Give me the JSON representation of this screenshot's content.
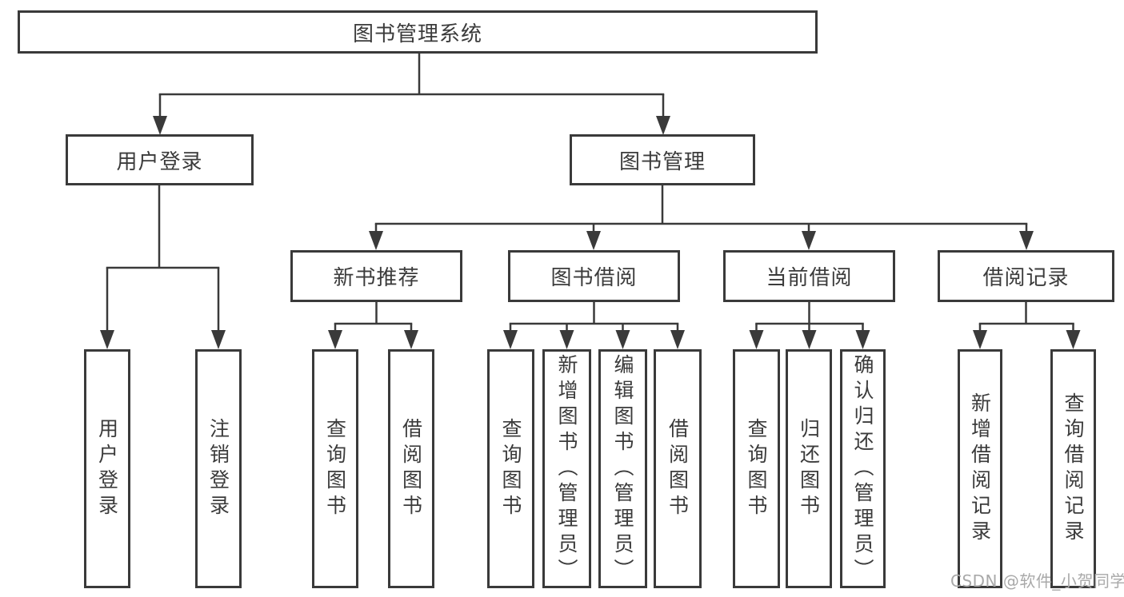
{
  "diagram": {
    "root": {
      "label": "图书管理系统"
    },
    "level2": [
      {
        "label": "用户登录"
      },
      {
        "label": "图书管理"
      }
    ],
    "level3": [
      {
        "label": "新书推荐"
      },
      {
        "label": "图书借阅"
      },
      {
        "label": "当前借阅"
      },
      {
        "label": "借阅记录"
      }
    ],
    "leaves": {
      "user_login": [
        "用户登录",
        "注销登录"
      ],
      "new_book": [
        "查询图书",
        "借阅图书"
      ],
      "book_borrow": [
        "查询图书",
        "新增图书（管理员）",
        "编辑图书（管理员）",
        "借阅图书"
      ],
      "current_borrow": [
        "查询图书",
        "归还图书",
        "确认归还（管理员）"
      ],
      "borrow_record": [
        "新增借阅记录",
        "查询借阅记录"
      ]
    }
  },
  "watermark": "CSDN @软件_小贺同学",
  "colors": {
    "line": "#3a3a3a",
    "text": "#3b3b3b",
    "watermark": "#a9a9a9",
    "background": "#ffffff"
  }
}
